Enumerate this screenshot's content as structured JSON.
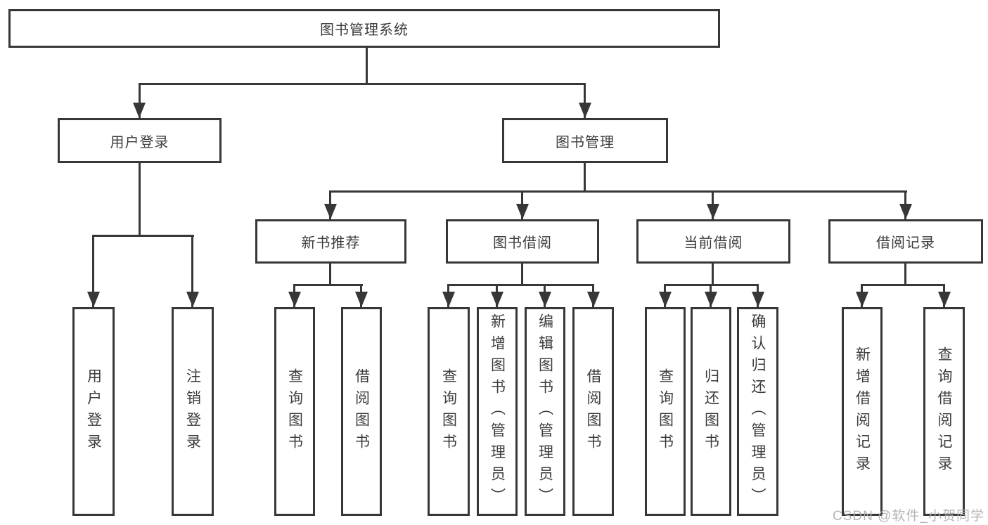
{
  "colors": {
    "background": "#ffffff",
    "line": "#373737",
    "box_border": "#373737",
    "text": "#3c3c3c",
    "watermark": "#b2b2b2"
  },
  "root": {
    "label": "图书管理系统"
  },
  "login": {
    "label": "用户登录",
    "children": [
      {
        "label": "用户登录"
      },
      {
        "label": "注销登录"
      }
    ]
  },
  "mgmt": {
    "label": "图书管理"
  },
  "sections": [
    {
      "label": "新书推荐",
      "children": [
        {
          "label": "查询图书"
        },
        {
          "label": "借阅图书"
        }
      ]
    },
    {
      "label": "图书借阅",
      "children": [
        {
          "label": "查询图书"
        },
        {
          "label": "新增图书（管理员）"
        },
        {
          "label": "编辑图书（管理员）"
        },
        {
          "label": "借阅图书"
        }
      ]
    },
    {
      "label": "当前借阅",
      "children": [
        {
          "label": "查询图书"
        },
        {
          "label": "归还图书"
        },
        {
          "label": "确认归还（管理员）"
        }
      ]
    },
    {
      "label": "借阅记录",
      "children": [
        {
          "label": "新增借阅记录"
        },
        {
          "label": "查询借阅记录"
        }
      ]
    }
  ],
  "watermark": {
    "text": "CSDN @软件_小贺同学"
  }
}
